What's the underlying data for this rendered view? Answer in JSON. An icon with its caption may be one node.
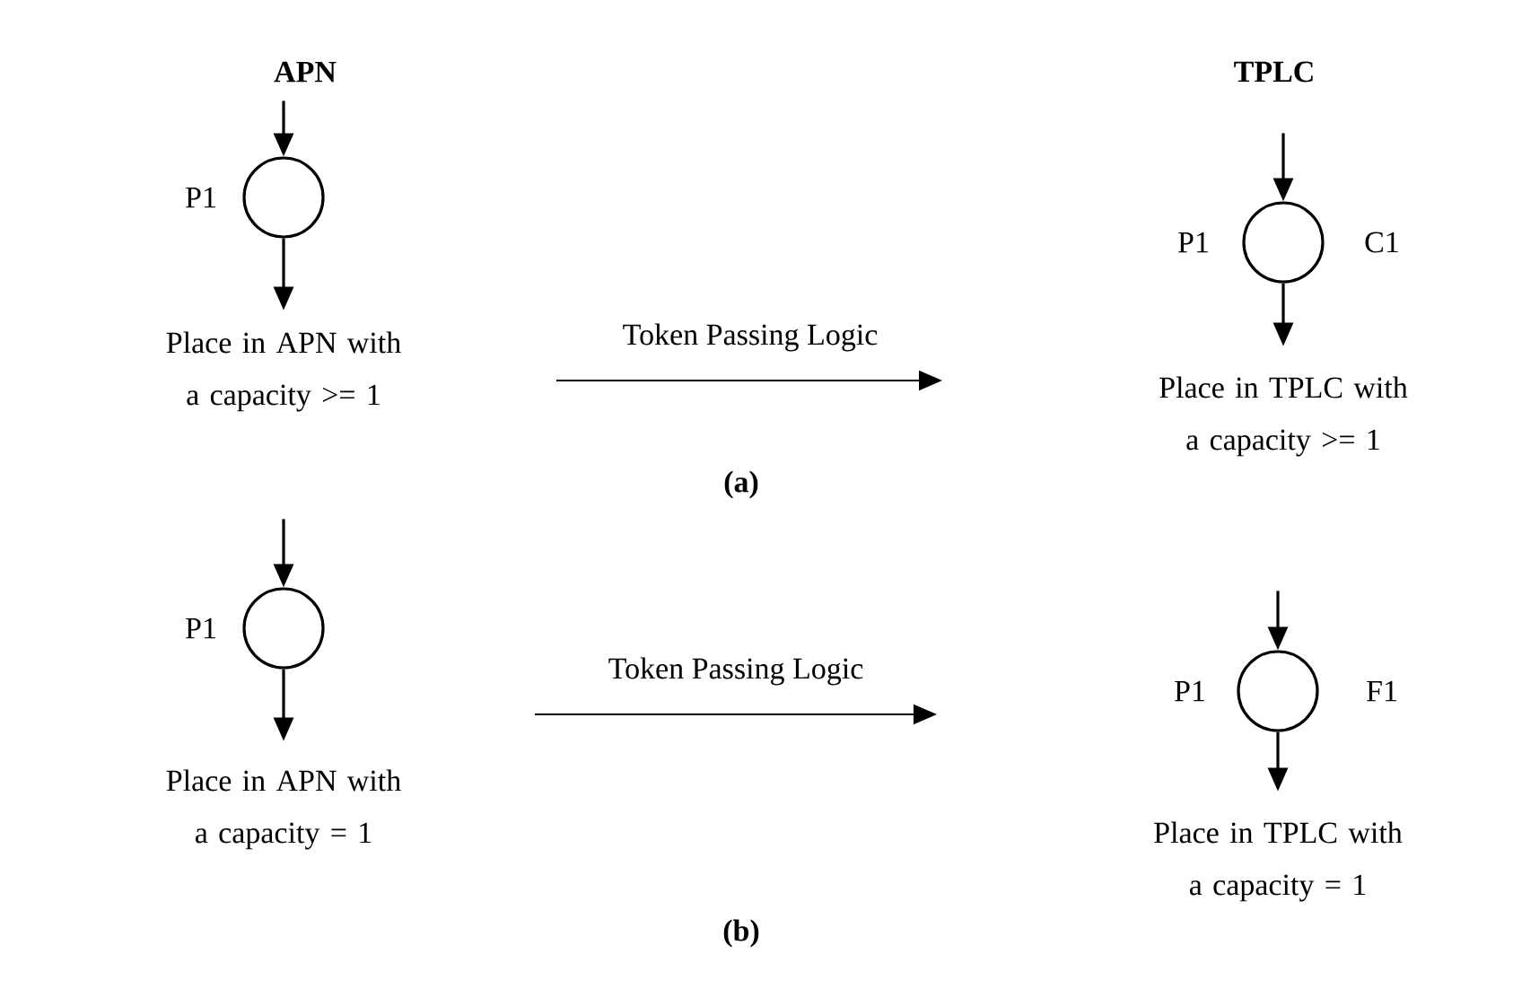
{
  "diagram": {
    "nodes": [
      {
        "text": [],
        "shape": "circle",
        "beside": [
          "P1",
          "Place in APN with a capacity >= 1"
        ]
      },
      {
        "text": [],
        "shape": "circle",
        "beside": [
          "P1",
          "C1",
          "Place in TPLC with a capacity >= 1"
        ]
      },
      {
        "text": [],
        "shape": "circle",
        "beside": [
          "P1",
          "Place in APN with a capacity = 1"
        ]
      },
      {
        "text": [],
        "shape": "circle",
        "beside": [
          "P1",
          "F1",
          "Place in TPLC with a capacity = 1"
        ]
      }
    ],
    "edges": [
      {
        "from": null,
        "to": 0,
        "arrow": "to"
      },
      {
        "from": 0,
        "to": null,
        "arrow": "to"
      },
      {
        "from": null,
        "to": 1,
        "arrow": "to"
      },
      {
        "from": 1,
        "to": null,
        "arrow": "to"
      },
      {
        "from": null,
        "to": 2,
        "arrow": "to"
      },
      {
        "from": 2,
        "to": null,
        "arrow": "to"
      },
      {
        "from": null,
        "to": 3,
        "arrow": "to"
      },
      {
        "from": 3,
        "to": null,
        "arrow": "to"
      }
    ],
    "labels": [
      "APN",
      "TPLC",
      "Token Passing Logic",
      "(a)",
      "Token Passing Logic",
      "(b)"
    ]
  }
}
